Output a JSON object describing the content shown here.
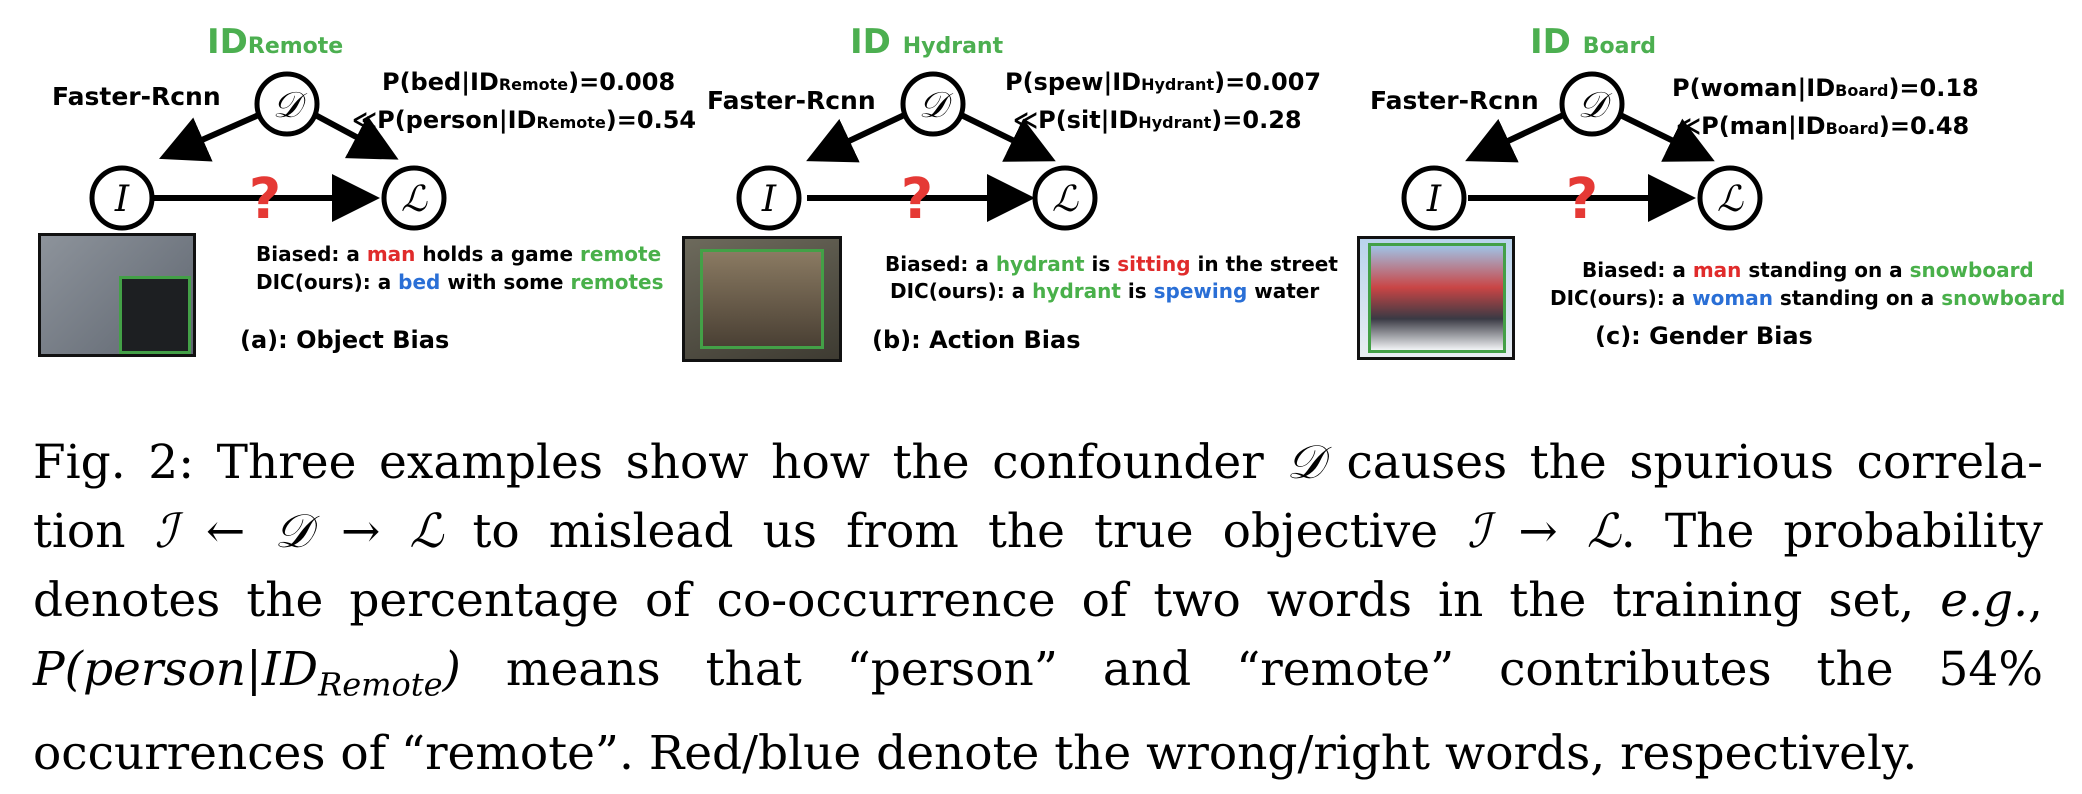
{
  "panels": [
    {
      "id_main": "ID",
      "id_sub": "Remote",
      "detector": "Faster-Rcnn",
      "prob1": {
        "pre": "P(bed|ID",
        "sub": "Remote",
        "post": ")=0.008"
      },
      "prob2": {
        "pre": "≪P(person|ID",
        "sub": "Remote",
        "post": ")=0.54"
      },
      "biased": {
        "prefix": "Biased: a ",
        "w1": "man",
        "mid": " holds a game ",
        "w2": "remote",
        "end": ""
      },
      "dic": {
        "prefix": "DIC(ours): a ",
        "w1": "bed",
        "mid": " with some ",
        "w2": "remotes",
        "end": ""
      },
      "label": "(a): Object Bias"
    },
    {
      "id_main": "ID",
      "id_sub": "Hydrant",
      "detector": "Faster-Rcnn",
      "prob1": {
        "pre": "P(spew|ID",
        "sub": "Hydrant",
        "post": ")=0.007"
      },
      "prob2": {
        "pre": "≪P(sit|ID",
        "sub": "Hydrant",
        "post": ")=0.28"
      },
      "biased": {
        "prefix": "Biased: a ",
        "w1": "hydrant",
        "mid": " is ",
        "w2": "sitting",
        "end": " in the street"
      },
      "dic": {
        "prefix": "DIC(ours):  a ",
        "w1": "hydrant",
        "mid": " is ",
        "w2": "spewing",
        "end": " water"
      },
      "label": "(b): Action Bias"
    },
    {
      "id_main": "ID",
      "id_sub": "Board",
      "detector": "Faster-Rcnn",
      "prob1": {
        "pre": "P(woman|ID",
        "sub": "Board",
        "post": ")=0.18"
      },
      "prob2": {
        "pre": "≪P(man|ID",
        "sub": "Board",
        "post": ")=0.48"
      },
      "biased": {
        "prefix": "Biased: a ",
        "w1": "man",
        "mid": " standing on a ",
        "w2": "snowboard",
        "end": ""
      },
      "dic": {
        "prefix": "DIC(ours): a ",
        "w1": "woman",
        "mid": " standing on a ",
        "w2": "snowboard",
        "end": ""
      },
      "label": "(c): Gender Bias"
    }
  ],
  "node_symbols": {
    "d": "𝒟",
    "i": "I",
    "l": "ℒ",
    "q": "?"
  },
  "caption": {
    "l1a": "Fig. 2: Three examples show how the confounder ",
    "l1b": "𝒟",
    "l1c": " causes the spurious correla-",
    "l2a": "tion ",
    "l2b": "ℐ ← 𝒟 → ℒ",
    "l2c": " to mislead us from the true objective ",
    "l2d": "ℐ → ℒ",
    "l2e": ". The probability",
    "l3a": "denotes the percentage of co-occurrence of two words in the training set, ",
    "l3b": "e.g.",
    "l3c": ",",
    "l4a": "P(person|ID",
    "l4b": "Remote",
    "l4c": ")",
    "l4d": " means that “person” and “remote” contributes the 54%",
    "l5": "occurrences of “remote”. Red/blue denote the wrong/right words, respectively."
  },
  "colors": {
    "green": "#49b04a",
    "red": "#e02b2b",
    "blue": "#2a6fd6"
  }
}
